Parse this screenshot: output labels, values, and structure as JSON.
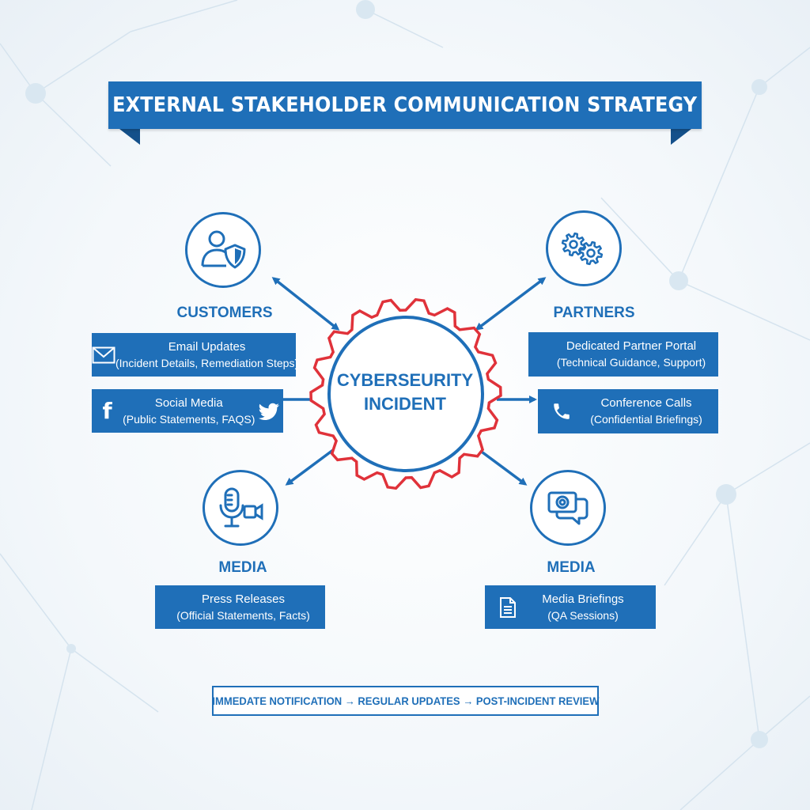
{
  "title": "EXTERNAL STAKEHOLDER COMMUNICATION STRATEGY",
  "center": {
    "line1": "CYBERSEURITY",
    "line2": "INCIDENT"
  },
  "stakeholders": {
    "customers": {
      "heading": "CUSTOMERS",
      "icon": "user-shield-icon",
      "channels": [
        {
          "title": "Email Updates",
          "detail": "(Incident Details, Remediation Steps)",
          "icon": "envelope-icon"
        },
        {
          "title": "Social Media",
          "detail": "(Public Statements, FAQS)",
          "icon": "facebook-icon",
          "icon2": "twitter-icon"
        }
      ]
    },
    "partners": {
      "heading": "PARTNERS",
      "icon": "gears-icon",
      "channels": [
        {
          "title": "Dedicated Partner Portal",
          "detail": "(Technical Guidance, Support)"
        },
        {
          "title": "Conference Calls",
          "detail": "(Confidential Briefings)",
          "icon": "phone-icon"
        }
      ]
    },
    "media_left": {
      "heading": "MEDIA",
      "icon": "microphone-camera-icon",
      "channels": [
        {
          "title": "Press Releases",
          "detail": "(Official Statements, Facts)"
        }
      ]
    },
    "media_right": {
      "heading": "MEDIA",
      "icon": "camera-chat-icon",
      "channels": [
        {
          "title": "Media Briefings",
          "detail": "(QA Sessions)",
          "icon": "document-icon"
        }
      ]
    }
  },
  "footer": "IMMEDATE NOTIFICATION → REGULAR UPDATES → POST-INCIDENT REVIEW",
  "colors": {
    "primary": "#1f6fb8",
    "accent": "#e0323a",
    "background": "#f4f8fb"
  }
}
